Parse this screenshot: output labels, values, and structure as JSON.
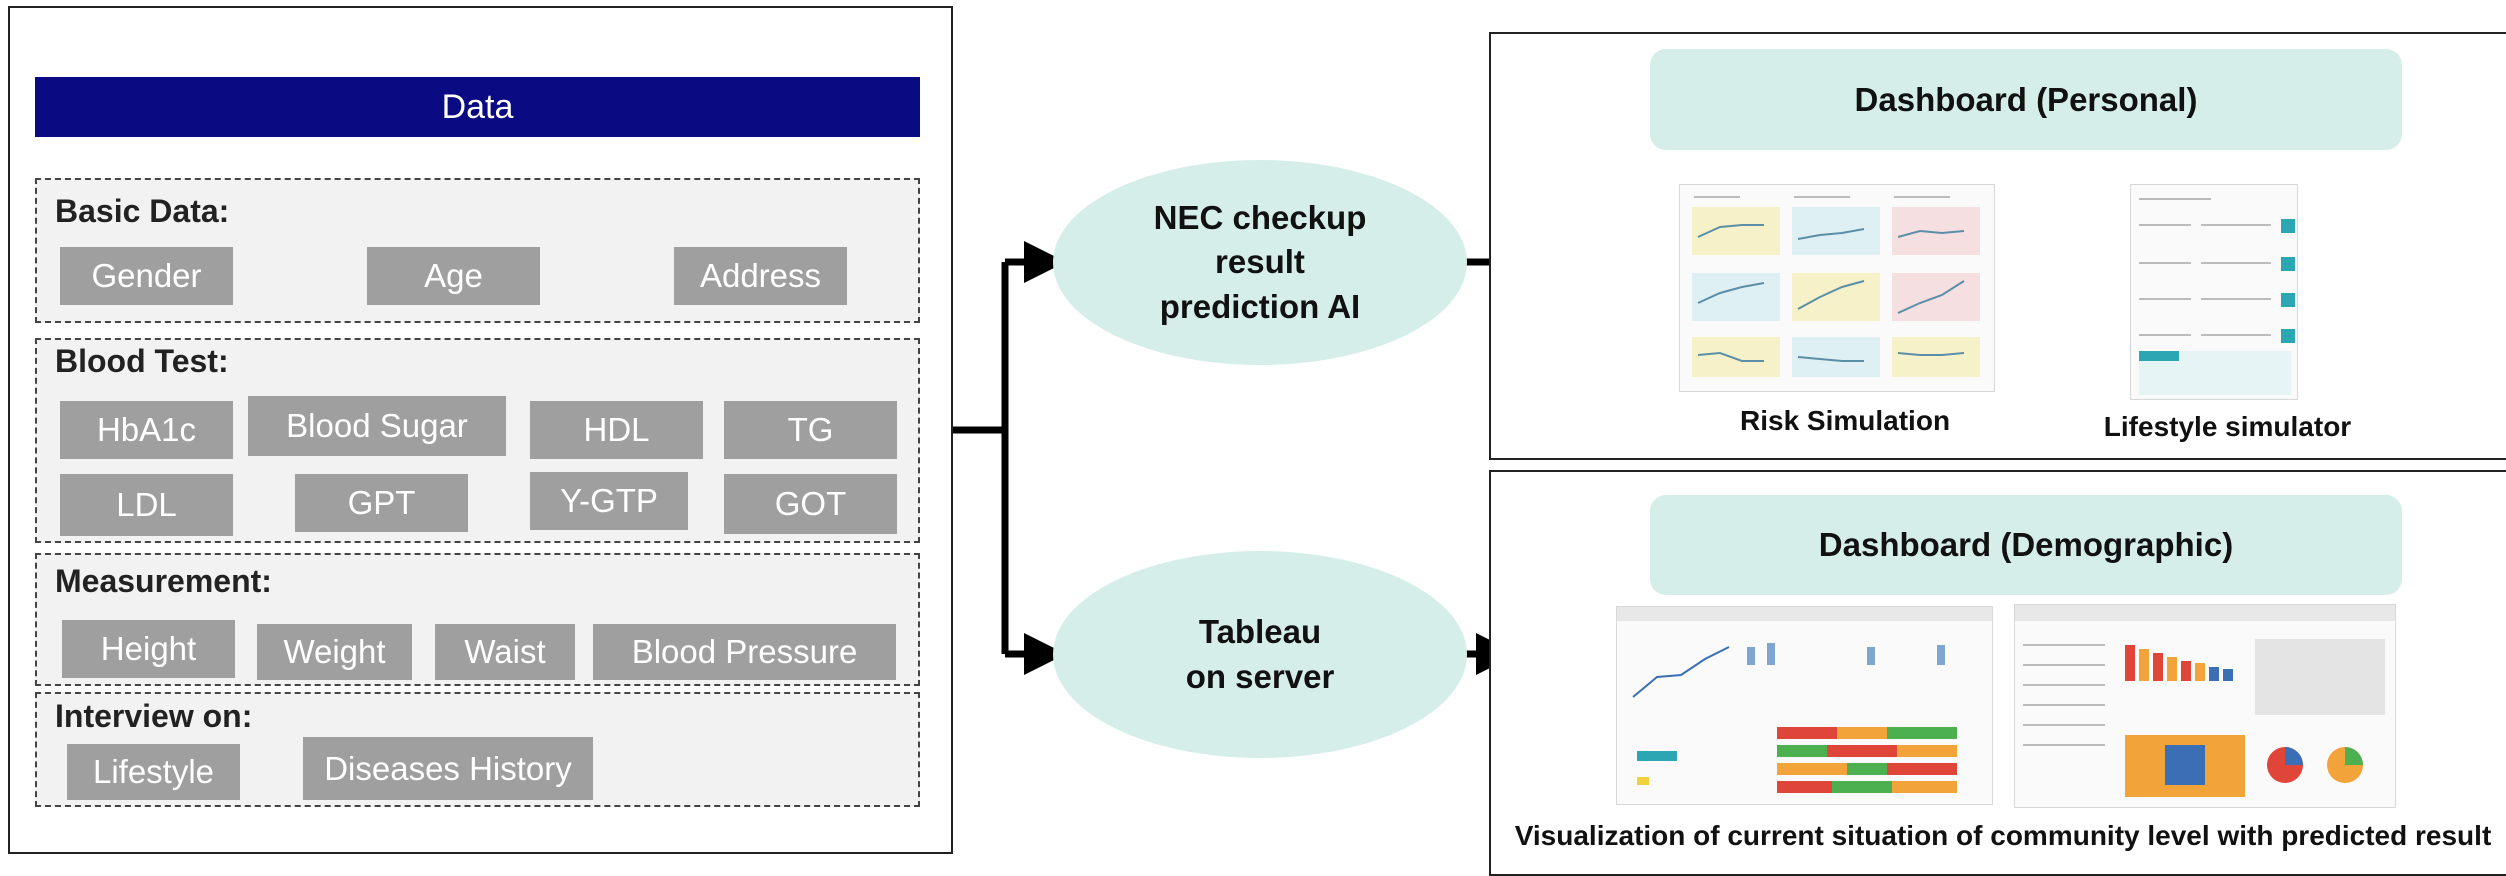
{
  "data_panel": {
    "header": "Data",
    "basic": {
      "title": "Basic Data:",
      "items": [
        "Gender",
        "Age",
        "Address"
      ]
    },
    "blood": {
      "title": "Blood Test:",
      "items": [
        "HbA1c",
        "Blood Sugar",
        "HDL",
        "TG",
        "LDL",
        "GPT",
        "Y-GTP",
        "GOT"
      ]
    },
    "measurement": {
      "title": "Measurement:",
      "items": [
        "Height",
        "Weight",
        "Waist",
        "Blood Pressure"
      ]
    },
    "interview": {
      "title": "Interview on:",
      "items": [
        "Lifestyle",
        "Diseases History"
      ]
    }
  },
  "nodes": {
    "prediction_ai": "NEC checkup\nresult\nprediction AI",
    "tableau": "Tableau\non server"
  },
  "personal": {
    "title": "Dashboard (Personal)",
    "risk_caption": "Risk Simulation",
    "lifestyle_caption": "Lifestyle simulator"
  },
  "demographic": {
    "title": "Dashboard (Demographic)",
    "caption": "Visualization of current situation of community level with predicted result"
  },
  "colors": {
    "header_navy": "#0a0a82",
    "chip_gray": "#9f9f9f",
    "group_bg": "#f2f2f2",
    "mint": "#d5eeea"
  }
}
